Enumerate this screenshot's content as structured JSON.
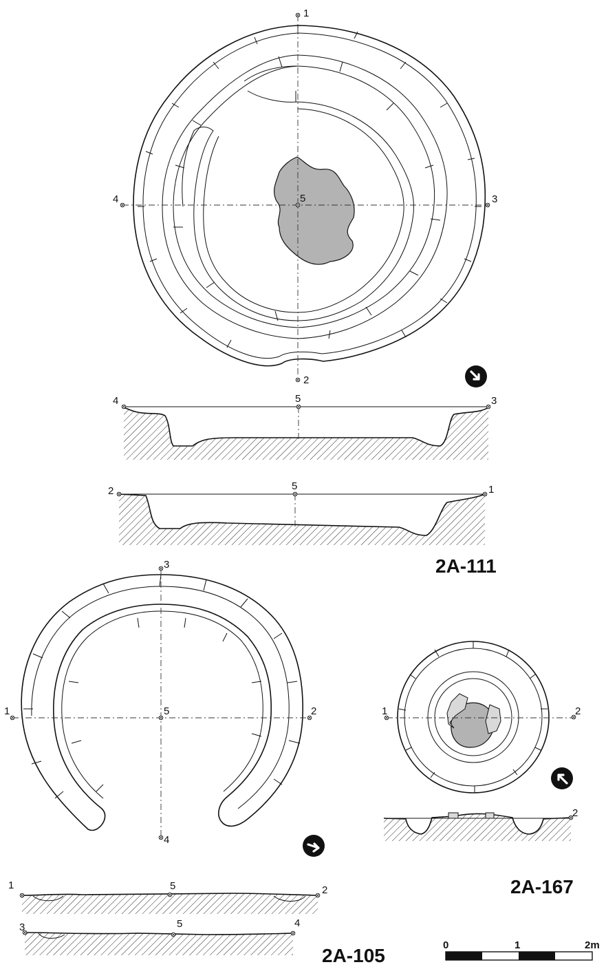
{
  "features": {
    "f111": {
      "label": "2A-111"
    },
    "f105": {
      "label": "2A-105"
    },
    "f167": {
      "label": "2A-167"
    }
  },
  "points": {
    "p1": "1",
    "p2": "2",
    "p3": "3",
    "p4": "4",
    "p5": "5"
  },
  "scale_bar": {
    "start": "0",
    "mid": "1",
    "end": "2m"
  },
  "icons": [
    "north-arrow-icon",
    "datum-point-icon"
  ],
  "colors": {
    "ink": "#111111",
    "fill": "#b3b3b3",
    "paper": "#ffffff"
  }
}
